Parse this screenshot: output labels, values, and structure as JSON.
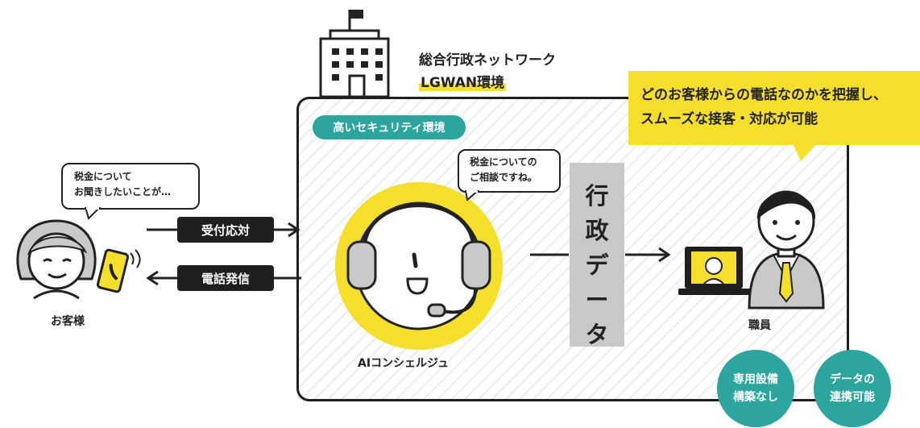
{
  "network": {
    "line1": "総合行政ネットワーク",
    "line2": "LGWAN環境"
  },
  "security_label": "高いセキュリティ環境",
  "staff_bubble": {
    "line1": "どのお客様からの電話なのかを把握し、",
    "line2": "スムーズな接客・対応が可能"
  },
  "customer_speech": {
    "line1": "税金について",
    "line2": "お聞きしたいことが…"
  },
  "ai_speech": {
    "line1": "税金についての",
    "line2": "ご相談ですね。"
  },
  "reception_label": "受付応対",
  "call_label": "電話発信",
  "admin_data": {
    "char1": "行",
    "char2": "政",
    "char3": "デ",
    "char4": "ー",
    "char5": "タ"
  },
  "customer_label": "お客様",
  "ai_label": "AIコンシェルジュ",
  "staff_label": "職員",
  "badge1": {
    "line1": "専用設備",
    "line2": "構築なし"
  },
  "badge2": {
    "line1": "データの",
    "line2": "連携可能"
  },
  "colors": {
    "accent_yellow": "#f5df2b",
    "teal": "#2ba59e",
    "dark": "#1f1f1f",
    "gray": "#c9c9c9"
  },
  "icons": [
    "building-icon",
    "customer-avatar-icon",
    "smartphone-icon",
    "ai-concierge-icon",
    "laptop-icon",
    "staff-avatar-icon"
  ]
}
